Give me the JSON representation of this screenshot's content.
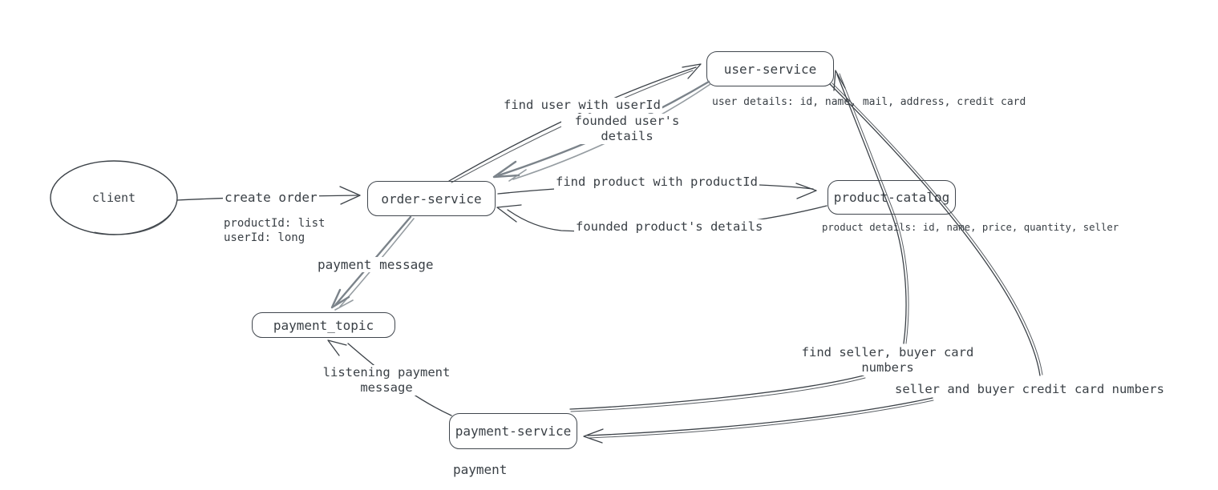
{
  "diagram": {
    "colors": {
      "stroke": "#3c4248",
      "thick_stroke": "#7b838a",
      "text": "#3a4046",
      "background": "#ffffff"
    },
    "nodes": {
      "client": {
        "label": "client",
        "shape": "ellipse"
      },
      "order_service": {
        "label": "order-service",
        "shape": "rounded-rect"
      },
      "user_service": {
        "label": "user-service",
        "shape": "rounded-rect"
      },
      "product_catalog": {
        "label": "product-catalog",
        "shape": "rounded-rect"
      },
      "payment_topic": {
        "label": "payment_topic",
        "shape": "rounded-rect"
      },
      "payment_service": {
        "label": "payment-service",
        "shape": "rounded-rect"
      }
    },
    "labels": {
      "create_order": "create order",
      "create_order_payload": "productId: list\nuserId: long",
      "find_user": "find user with userId",
      "founded_user": "founded user's\ndetails",
      "user_details": "user details: id, name, mail, address, credit card",
      "find_product": "find product with productId",
      "founded_product": "founded product's details",
      "product_details": "product details: id, name, price, quantity, seller",
      "payment_message": "payment message",
      "listening_payment": "listening payment\nmessage",
      "find_cards": "find seller, buyer card\nnumbers",
      "seller_buyer_cards": "seller and buyer credit card numbers",
      "payment": "payment"
    },
    "edges": [
      {
        "from": "client",
        "to": "order-service",
        "label": "create order"
      },
      {
        "from": "order-service",
        "to": "user-service",
        "label": "find user with userId"
      },
      {
        "from": "user-service",
        "to": "order-service",
        "label": "founded user's details"
      },
      {
        "from": "order-service",
        "to": "product-catalog",
        "label": "find product with productId"
      },
      {
        "from": "product-catalog",
        "to": "order-service",
        "label": "founded product's details"
      },
      {
        "from": "order-service",
        "to": "payment_topic",
        "label": "payment message"
      },
      {
        "from": "payment-service",
        "to": "payment_topic",
        "label": "listening payment message"
      },
      {
        "from": "payment-service",
        "to": "user-service",
        "label": "find seller, buyer card numbers"
      },
      {
        "from": "user-service",
        "to": "payment-service",
        "label": "seller and buyer credit card numbers"
      }
    ]
  }
}
